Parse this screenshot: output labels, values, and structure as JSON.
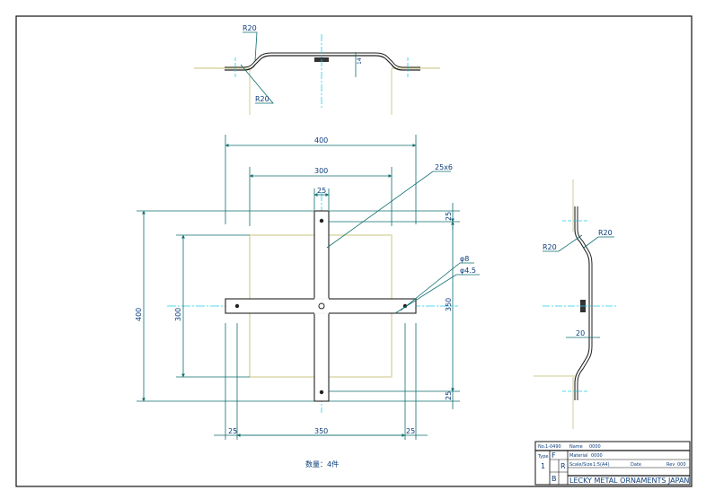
{
  "colors": {
    "frame": "#111111",
    "dimension": "#0f6e6e",
    "centerline": "#1ad0e6",
    "part": "#222222",
    "hidden_plate": "#d8d5a6",
    "text": "#0a3c7a"
  },
  "top_view": {
    "radius_upper": "R20",
    "radius_lower": "R20",
    "height_dim": "14"
  },
  "front_view": {
    "overall_width": "400",
    "inner_width": "300",
    "bar_width": "25",
    "bar_spec": "25x6",
    "hole_large": "φ8",
    "hole_small": "φ4.5",
    "overall_height": "400",
    "inner_height": "300",
    "hole_span_v": "350",
    "end_top": "25",
    "end_bottom": "25",
    "bottom_left": "25",
    "bottom_span": "350",
    "bottom_right": "25"
  },
  "side_view": {
    "radius_left": "R20",
    "radius_right": "R20",
    "offset_dim": "20"
  },
  "quantity_note": "数量：4件",
  "title_block": {
    "number_label": "No.",
    "number": "1-0490",
    "name_label": "Name",
    "name_value": "0000",
    "material_label": "Material",
    "material_value": "0000",
    "scale_label": "Scale/Size",
    "scale_value": "1:5(A4)",
    "date_label": "Date",
    "rev_label": "Rev",
    "rev_value": "000",
    "cell_1": "1",
    "cell_f": "F",
    "cell_r": "R",
    "cell_b": "B",
    "type_label": "Type",
    "company": "LECKY METAL ORNAMENTS JAPAN"
  }
}
